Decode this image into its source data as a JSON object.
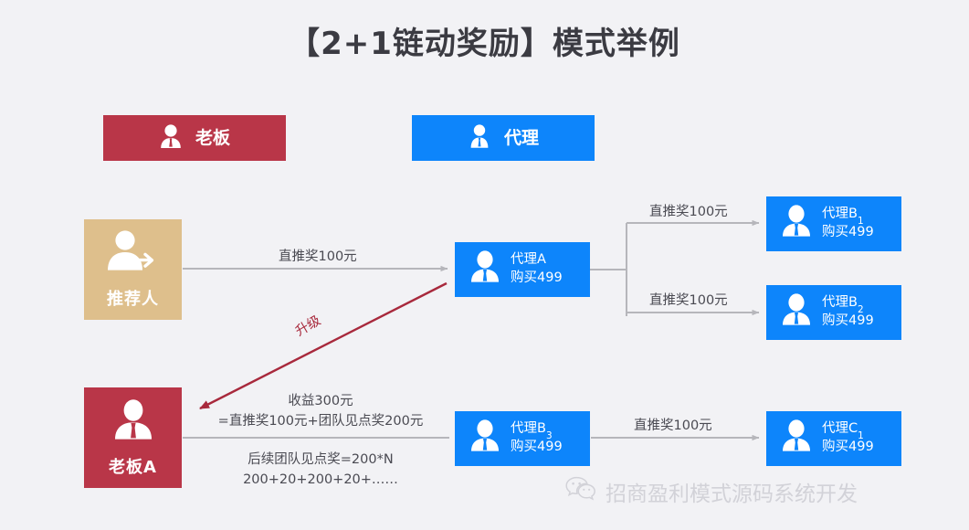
{
  "page": {
    "title": "【2+1链动奖励】模式举例",
    "background": "#f2f2f5"
  },
  "colors": {
    "boss_red": "#b93648",
    "agent_blue": "#0d85fb",
    "referrer_gold": "#debf8c",
    "arrow_gray": "#b6b6bb",
    "upgrade_red": "#a8293c",
    "text_dark": "#3b3b42",
    "text_body": "#4a4a52",
    "watermark_gray": "#d2d2d8"
  },
  "legend": {
    "items": [
      {
        "key": "boss",
        "label": "老板",
        "color": "#b93648",
        "icon": "person-boss-icon"
      },
      {
        "key": "agent",
        "label": "代理",
        "color": "#0d85fb",
        "icon": "person-agent-icon"
      }
    ]
  },
  "nodes": {
    "referrer": {
      "label": "推荐人",
      "icon": "person-arrow-icon",
      "color": "#debf8c"
    },
    "boss_a": {
      "label": "老板A",
      "icon": "person-boss-icon",
      "color": "#b93648"
    },
    "agent_a": {
      "name": "代理A",
      "name_sub": "",
      "purchase": "购买499",
      "color": "#0d85fb"
    },
    "agent_b1": {
      "name": "代理B",
      "name_sub": "1",
      "purchase": "购买499",
      "color": "#0d85fb"
    },
    "agent_b2": {
      "name": "代理B",
      "name_sub": "2",
      "purchase": "购买499",
      "color": "#0d85fb"
    },
    "agent_b3": {
      "name": "代理B",
      "name_sub": "3",
      "purchase": "购买499",
      "color": "#0d85fb"
    },
    "agent_c1": {
      "name": "代理C",
      "name_sub": "1",
      "purchase": "购买499",
      "color": "#0d85fb"
    }
  },
  "edges": {
    "referrer_to_agent_a": "直推奖100元",
    "agent_a_to_b1": "直推奖100元",
    "agent_a_to_b2": "直推奖100元",
    "b3_to_c1": "直推奖100元",
    "upgrade": "升级"
  },
  "notes": {
    "earnings_line1": "收益300元",
    "earnings_line2": "=直推奖100元+团队见点奖200元",
    "followup_line1": "后续团队见点奖=200*N",
    "followup_line2": "200+20+200+20+……"
  },
  "watermark": {
    "text": "招商盈利模式源码系统开发",
    "icon": "wechat-icon"
  }
}
